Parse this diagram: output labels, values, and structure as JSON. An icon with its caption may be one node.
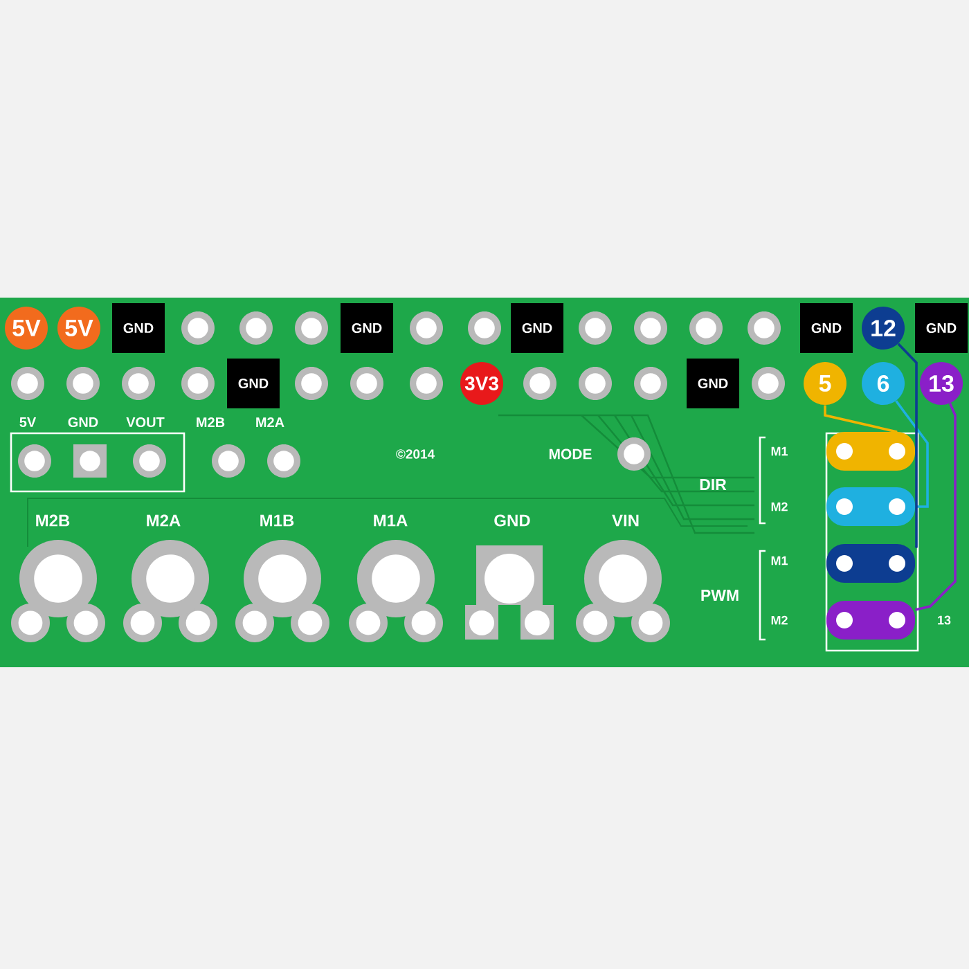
{
  "diagram": {
    "nodes": [
      {
        "text": [
          "5V"
        ]
      },
      {
        "text": [
          "5V"
        ]
      },
      {
        "text": [
          "GND"
        ]
      },
      {
        "text": [
          "GND"
        ]
      },
      {
        "text": [
          "GND"
        ]
      },
      {
        "text": [
          "GND"
        ]
      },
      {
        "text": [
          "12"
        ]
      },
      {
        "text": [
          "GND"
        ]
      },
      {
        "text": [
          "GND"
        ]
      },
      {
        "text": [
          "3V3"
        ]
      },
      {
        "text": [
          "GND"
        ]
      },
      {
        "text": [
          "5"
        ]
      },
      {
        "text": [
          "6"
        ]
      },
      {
        "text": [
          "13"
        ]
      },
      {
        "text": [],
        "shape": "bar"
      },
      {
        "text": [],
        "shape": "bar"
      },
      {
        "text": [],
        "shape": "bar"
      },
      {
        "text": [],
        "shape": "bar"
      }
    ],
    "edges": [
      {
        "from": 11,
        "to": 14,
        "arrow": "none",
        "color": "#f0b400"
      },
      {
        "from": 12,
        "to": 15,
        "arrow": "none",
        "color": "#1fb0e0"
      },
      {
        "from": 6,
        "to": 16,
        "arrow": "none",
        "color": "#0d3d91"
      },
      {
        "from": 13,
        "to": 17,
        "arrow": "none",
        "color": "#8a1fc8"
      }
    ],
    "labels": [
      "5V",
      "GND",
      "VOUT",
      "M2B",
      "M2A",
      "©2014",
      "MODE",
      "M1",
      "DIR",
      "M2",
      "M2B",
      "M2A",
      "M1B",
      "M1A",
      "GND",
      "VIN",
      "M1",
      "PWM",
      "M2",
      "13"
    ]
  }
}
